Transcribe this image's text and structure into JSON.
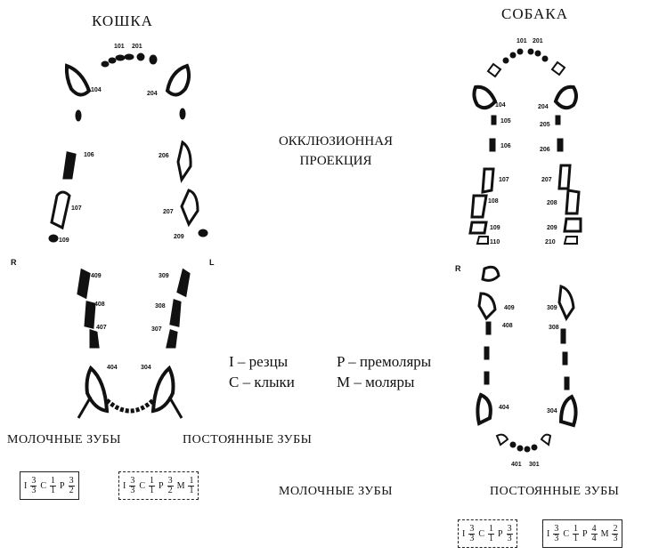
{
  "titles": {
    "cat": "КОШКА",
    "dog": "СОБАКА"
  },
  "center_label": {
    "line1": "ОККЛЮЗИОННАЯ",
    "line2": "ПРОЕКЦИЯ"
  },
  "side_labels": {
    "cat_right": "R",
    "cat_left": "L",
    "dog_right": "R"
  },
  "legend": {
    "incisors": "I – резцы",
    "canines": "C – клыки",
    "premolars": "P – премоляры",
    "molars": "M – моляры"
  },
  "captions": {
    "cat_deciduous": "МОЛОЧНЫЕ ЗУБЫ",
    "cat_permanent": "ПОСТОЯННЫЕ ЗУБЫ",
    "dog_deciduous": "МОЛОЧНЫЕ ЗУБЫ",
    "dog_permanent": "ПОСТОЯННЫЕ ЗУБЫ"
  },
  "tooth_numbers": {
    "cat_upper": [
      "101",
      "201",
      "104",
      "204",
      "106",
      "206",
      "107",
      "207",
      "109",
      "209"
    ],
    "cat_lower": [
      "409",
      "309",
      "408",
      "308",
      "407",
      "307",
      "404",
      "304"
    ],
    "dog_upper": [
      "101",
      "201",
      "104",
      "204",
      "105",
      "205",
      "106",
      "206",
      "107",
      "207",
      "108",
      "208",
      "109",
      "209",
      "110",
      "210"
    ],
    "dog_lower": [
      "409",
      "309",
      "408",
      "308",
      "404",
      "304",
      "401",
      "301"
    ]
  },
  "formulas": {
    "cat_deciduous": {
      "I": [
        "3",
        "3"
      ],
      "C": [
        "1",
        "1"
      ],
      "P": [
        "3",
        "2"
      ]
    },
    "cat_permanent": {
      "I": [
        "3",
        "3"
      ],
      "C": [
        "1",
        "1"
      ],
      "P": [
        "3",
        "2"
      ],
      "M": [
        "1",
        "1"
      ]
    },
    "dog_deciduous": {
      "I": [
        "3",
        "3"
      ],
      "C": [
        "1",
        "1"
      ],
      "P": [
        "3",
        "3"
      ]
    },
    "dog_permanent": {
      "I": [
        "3",
        "3"
      ],
      "C": [
        "1",
        "1"
      ],
      "P": [
        "4",
        "4"
      ],
      "M": [
        "2",
        "3"
      ]
    }
  }
}
